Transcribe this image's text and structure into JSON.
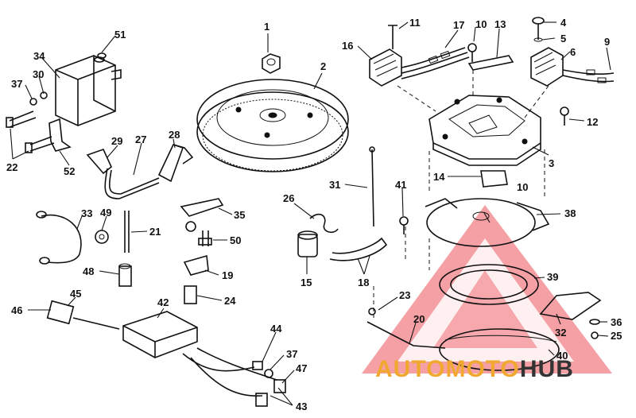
{
  "diagram": {
    "callouts": [
      {
        "id": "c1",
        "text": "1"
      },
      {
        "id": "c2",
        "text": "2"
      },
      {
        "id": "c3",
        "text": "3"
      },
      {
        "id": "c4",
        "text": "4"
      },
      {
        "id": "c5",
        "text": "5"
      },
      {
        "id": "c6",
        "text": "6"
      },
      {
        "id": "c9",
        "text": "9"
      },
      {
        "id": "c10a",
        "text": "10"
      },
      {
        "id": "c10b",
        "text": "10"
      },
      {
        "id": "c11",
        "text": "11"
      },
      {
        "id": "c12",
        "text": "12"
      },
      {
        "id": "c13",
        "text": "13"
      },
      {
        "id": "c14",
        "text": "14"
      },
      {
        "id": "c15",
        "text": "15"
      },
      {
        "id": "c16",
        "text": "16"
      },
      {
        "id": "c17",
        "text": "17"
      },
      {
        "id": "c18",
        "text": "18"
      },
      {
        "id": "c19",
        "text": "19"
      },
      {
        "id": "c20",
        "text": "20"
      },
      {
        "id": "c21",
        "text": "21"
      },
      {
        "id": "c22",
        "text": "22"
      },
      {
        "id": "c23",
        "text": "23"
      },
      {
        "id": "c24",
        "text": "24"
      },
      {
        "id": "c25",
        "text": "25"
      },
      {
        "id": "c26",
        "text": "26"
      },
      {
        "id": "c27",
        "text": "27"
      },
      {
        "id": "c28",
        "text": "28"
      },
      {
        "id": "c29",
        "text": "29"
      },
      {
        "id": "c30",
        "text": "30"
      },
      {
        "id": "c31",
        "text": "31"
      },
      {
        "id": "c32",
        "text": "32"
      },
      {
        "id": "c33",
        "text": "33"
      },
      {
        "id": "c34",
        "text": "34"
      },
      {
        "id": "c35",
        "text": "35"
      },
      {
        "id": "c36",
        "text": "36"
      },
      {
        "id": "c37a",
        "text": "37"
      },
      {
        "id": "c37b",
        "text": "37"
      },
      {
        "id": "c38",
        "text": "38"
      },
      {
        "id": "c39",
        "text": "39"
      },
      {
        "id": "c40",
        "text": "40"
      },
      {
        "id": "c41",
        "text": "41"
      },
      {
        "id": "c42",
        "text": "42"
      },
      {
        "id": "c43",
        "text": "43"
      },
      {
        "id": "c44",
        "text": "44"
      },
      {
        "id": "c45",
        "text": "45"
      },
      {
        "id": "c46",
        "text": "46"
      },
      {
        "id": "c47",
        "text": "47"
      },
      {
        "id": "c48",
        "text": "48"
      },
      {
        "id": "c49",
        "text": "49"
      },
      {
        "id": "c50",
        "text": "50"
      },
      {
        "id": "c51",
        "text": "51"
      },
      {
        "id": "c52",
        "text": "52"
      }
    ]
  },
  "watermark": {
    "brand_part1": "AUTOMOTO",
    "brand_part2": "HUB",
    "color_orange": "#f0a830",
    "color_red": "#e8202a",
    "color_dark": "#333333"
  }
}
